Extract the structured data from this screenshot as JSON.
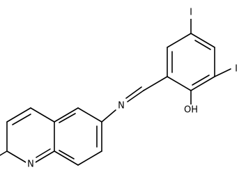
{
  "structure": {
    "atom_labels": {
      "iodine_top": "I",
      "iodine_right": "I",
      "hydroxyl": "OH",
      "imine_nitrogen": "N",
      "ring_nitrogen": "N"
    }
  }
}
